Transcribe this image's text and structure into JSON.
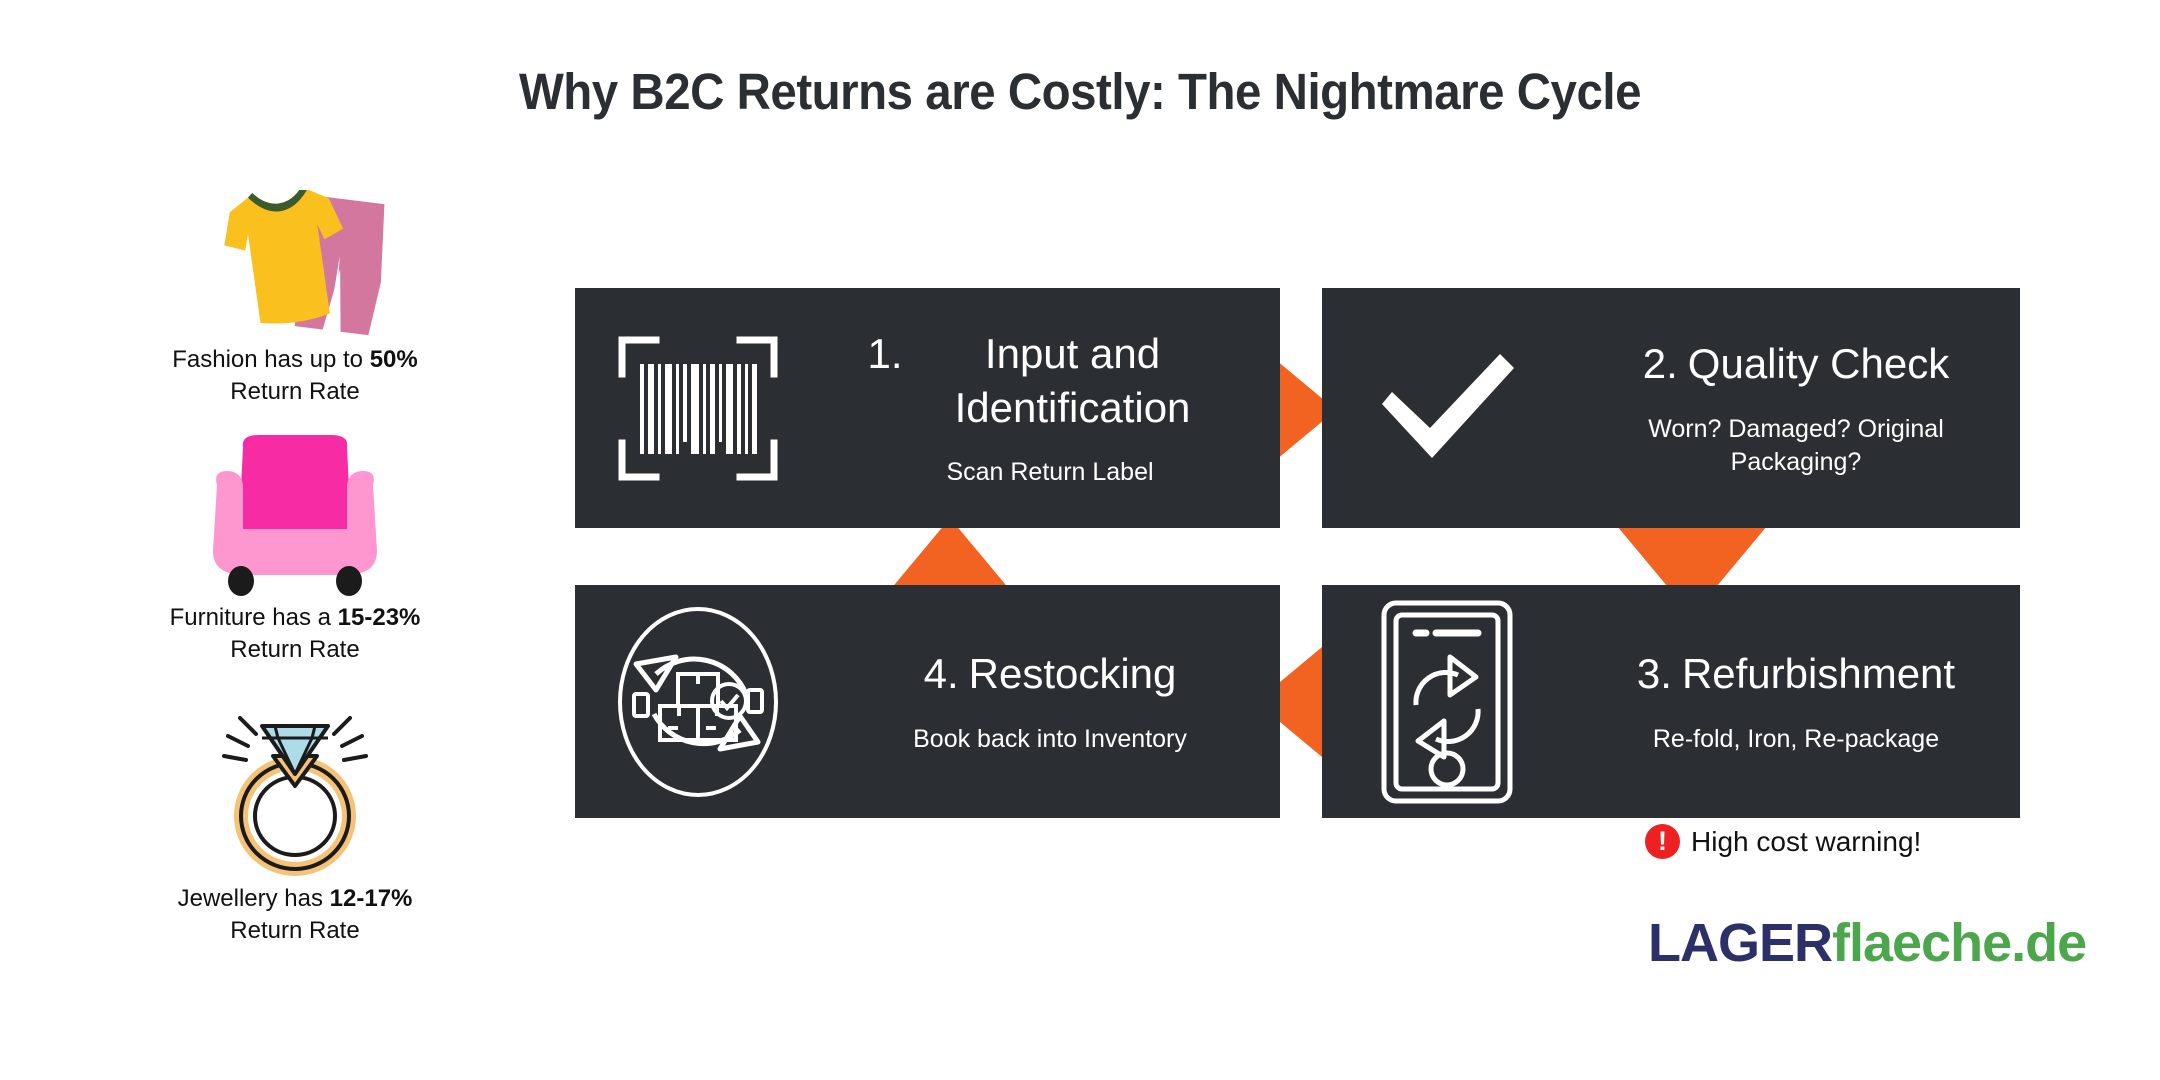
{
  "title": "Why B2C Returns are Costly: The Nightmare Cycle",
  "colors": {
    "box_bg": "#2B2F33",
    "arrow": "#F26322",
    "warning_red": "#EE2122",
    "logo_navy": "#2B3068",
    "logo_green": "#4CA64C",
    "page_bg": "#FFFFFF"
  },
  "stats": [
    {
      "icon": "tshirt-and-pants-icon",
      "text_before": "Fashion has up to ",
      "value": "50%",
      "text_after": "",
      "line2": "Return Rate"
    },
    {
      "icon": "armchair-icon",
      "text_before": "Furniture has a ",
      "value": "15-23%",
      "text_after": "",
      "line2": "Return Rate"
    },
    {
      "icon": "diamond-ring-icon",
      "text_before": "Jewellery has ",
      "value": "12-17%",
      "text_after": "",
      "line2": "Return Rate"
    }
  ],
  "steps": [
    {
      "number": "1.",
      "heading": "Input and Identification",
      "subtitle": "Scan Return Label",
      "icon": "barcode-scan-icon"
    },
    {
      "number": "2.",
      "heading": "Quality Check",
      "subtitle": "Worn? Damaged? Original Packaging?",
      "icon": "checkmark-icon"
    },
    {
      "number": "3.",
      "heading": "Refurbishment",
      "subtitle": "Re-fold, Iron, Re-package",
      "icon": "phone-refresh-icon"
    },
    {
      "number": "4.",
      "heading": "Restocking",
      "subtitle": "Book back into Inventory",
      "icon": "restock-cycle-icon"
    }
  ],
  "warning": {
    "symbol": "!",
    "text": "High cost warning!"
  },
  "logo": {
    "part1": "LAGER",
    "part2": "flaeche.de"
  }
}
